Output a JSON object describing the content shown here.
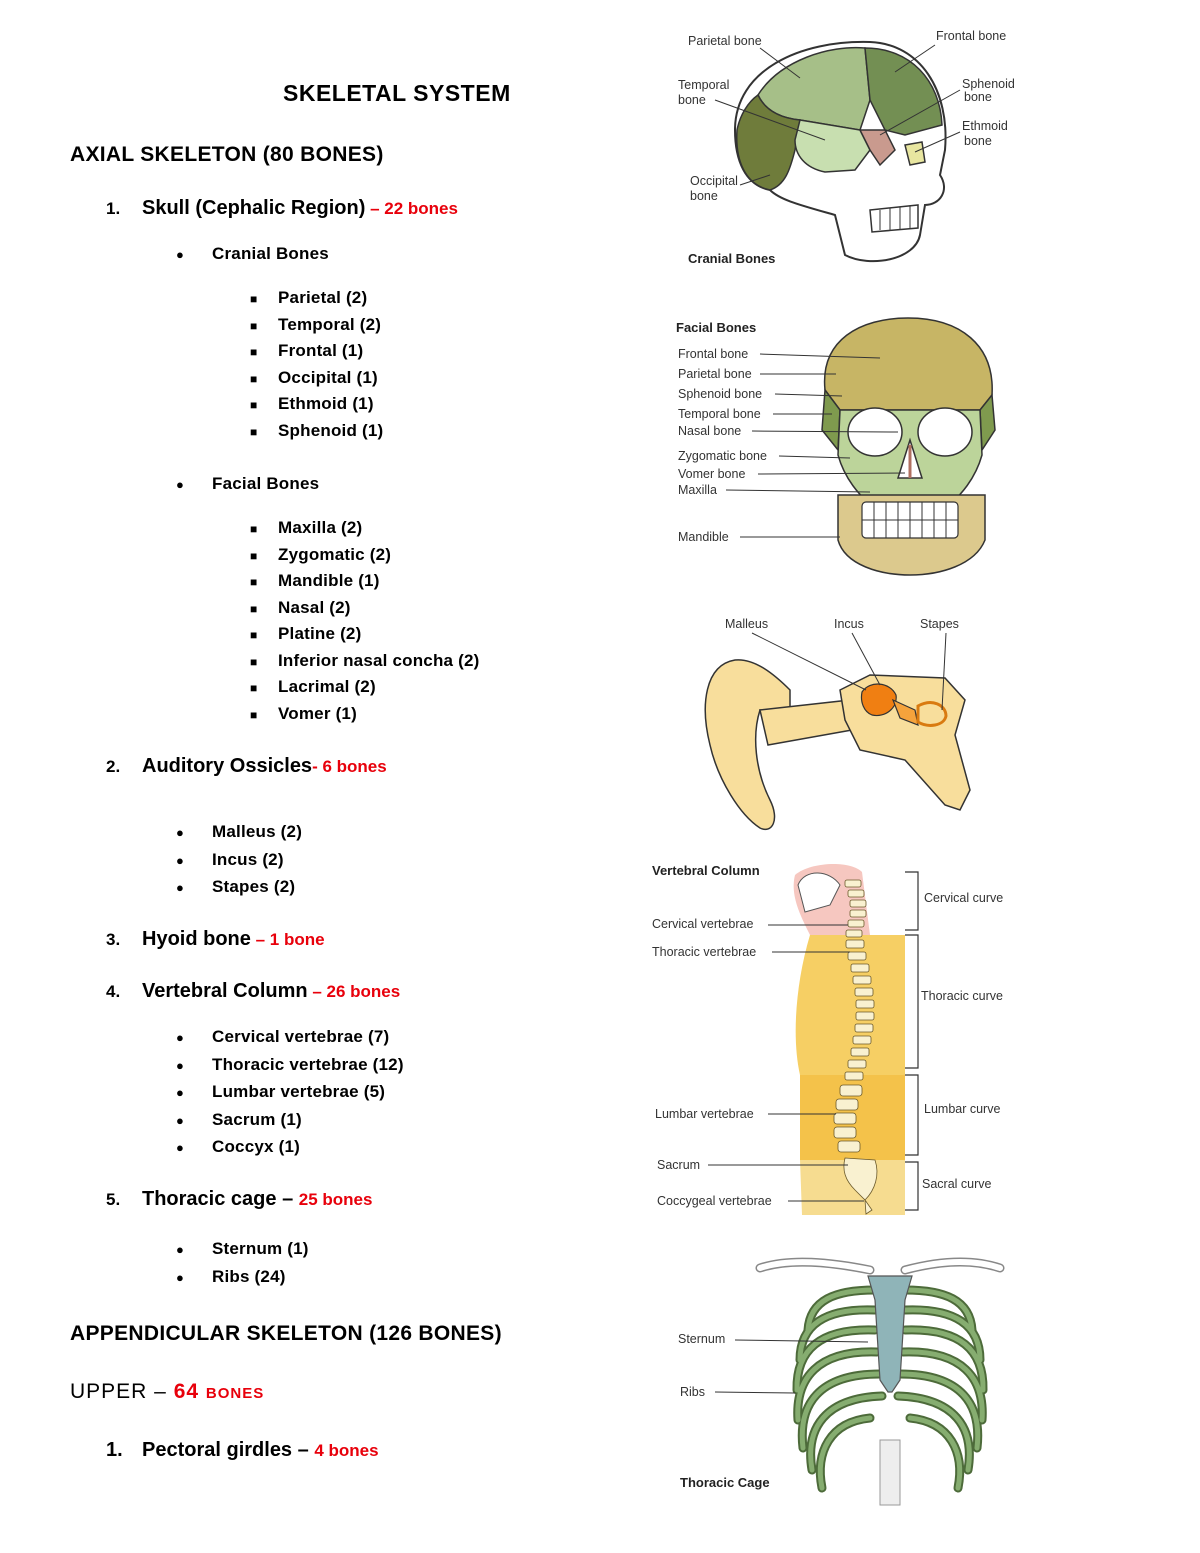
{
  "title": "SKELETAL SYSTEM",
  "axial": {
    "heading": "AXIAL SKELETON (80 BONES)",
    "groups": [
      {
        "num": "1.",
        "label": "Skull (Cephalic Region)",
        "sep": " – ",
        "count": "22 bones",
        "cranial_label": "Cranial Bones",
        "cranial": [
          "Parietal (2)",
          "Temporal (2)",
          "Frontal (1)",
          "Occipital (1)",
          "Ethmoid (1)",
          "Sphenoid (1)"
        ],
        "facial_label": "Facial Bones",
        "facial": [
          "Maxilla (2)",
          "Zygomatic (2)",
          "Mandible (1)",
          "Nasal (2)",
          "Platine (2)",
          "Inferior nasal concha (2)",
          "Lacrimal (2)",
          "Vomer (1)"
        ]
      },
      {
        "num": "2.",
        "label": "Auditory Ossicles",
        "sep": "- ",
        "count": "6 bones",
        "items": [
          "Malleus (2)",
          "Incus (2)",
          "Stapes (2)"
        ]
      },
      {
        "num": "3.",
        "label": "Hyoid bone",
        "sep": " – ",
        "count": "1 bone"
      },
      {
        "num": "4.",
        "label": "Vertebral Column",
        "sep": " – ",
        "count": "26 bones",
        "items": [
          "Cervical vertebrae (7)",
          "Thoracic vertebrae (12)",
          "Lumbar vertebrae (5)",
          "Sacrum (1)",
          "Coccyx (1)"
        ]
      },
      {
        "num": "5.",
        "label": "Thoracic cage",
        "sep": " – ",
        "count": "25 bones",
        "items": [
          "Sternum (1)",
          "Ribs (24)"
        ]
      }
    ]
  },
  "appendicular": {
    "heading": "APPENDICULAR SKELETON (126 BONES)",
    "upper_label": "UPPER – ",
    "upper_count": "64 bones",
    "item1": {
      "num": "1.",
      "label": "Pectoral girdles",
      "sep": " – ",
      "count": "4 bones"
    }
  },
  "figures": {
    "cranial": {
      "caption": "Cranial Bones",
      "labels": [
        "Parietal bone",
        "Frontal bone",
        "Temporal",
        "bone",
        "Sphenoid",
        "bone",
        "Ethmoid",
        "bone",
        "Occipital",
        "bone"
      ]
    },
    "facial": {
      "caption": "Facial Bones",
      "labels": [
        "Frontal bone",
        "Parietal bone",
        "Sphenoid bone",
        "Temporal bone",
        "Nasal bone",
        "Zygomatic bone",
        "Vomer bone",
        "Maxilla",
        "Mandible"
      ]
    },
    "ear": {
      "labels": [
        "Malleus",
        "Incus",
        "Stapes"
      ]
    },
    "spine": {
      "caption": "Vertebral Column",
      "labels": [
        "Cervical vertebrae",
        "Thoracic vertebrae",
        "Lumbar vertebrae",
        "Sacrum",
        "Coccygeal vertebrae"
      ],
      "curves": [
        "Cervical curve",
        "Thoracic curve",
        "Lumbar curve",
        "Sacral curve"
      ]
    },
    "thorax": {
      "caption": "Thoracic Cage",
      "labels": [
        "Sternum",
        "Ribs"
      ]
    }
  },
  "colors": {
    "accent_red": "#e8000b",
    "bone_green": "#9fbf80",
    "bone_dark_green": "#6d8a4e",
    "bone_yellow": "#f7dc8c",
    "ossicle_orange": "#f07f12",
    "spine_yellow": "#f6cf64",
    "rib_green": "#6f9a5c",
    "sternum_blue": "#8fb4b8"
  }
}
